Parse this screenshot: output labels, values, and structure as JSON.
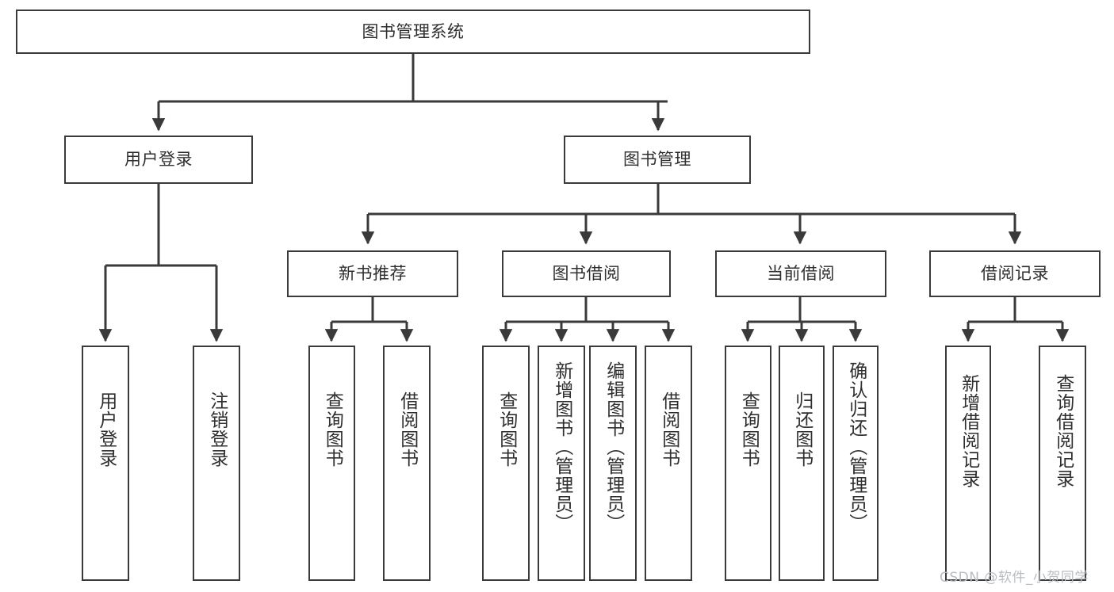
{
  "diagram": {
    "title": "图书管理系统",
    "type": "tree",
    "line_color": "#3a3a3a",
    "box_fill": "#ffffff",
    "text_color": "#2f2f2f",
    "watermark": "CSDN @软件_小贺同学"
  },
  "nodes": {
    "root": {
      "label": "图书管理系统"
    },
    "level2": [
      {
        "label": "用户登录"
      },
      {
        "label": "图书管理"
      }
    ],
    "level3": [
      {
        "label": "新书推荐"
      },
      {
        "label": "图书借阅"
      },
      {
        "label": "当前借阅"
      },
      {
        "label": "借阅记录"
      }
    ],
    "leaves": {
      "user_login": [
        {
          "label": "用户登录"
        },
        {
          "label": "注销登录"
        }
      ],
      "new_book": [
        {
          "label": "查询图书"
        },
        {
          "label": "借阅图书"
        }
      ],
      "book_borrow": [
        {
          "label": "查询图书"
        },
        {
          "label": "新增图书（管理员）"
        },
        {
          "label": "编辑图书（管理员）"
        },
        {
          "label": "借阅图书"
        }
      ],
      "current_borrow": [
        {
          "label": "查询图书"
        },
        {
          "label": "归还图书"
        },
        {
          "label": "确认归还（管理员）"
        }
      ],
      "borrow_record": [
        {
          "label": "新增借阅记录"
        },
        {
          "label": "查询借阅记录"
        }
      ]
    }
  }
}
